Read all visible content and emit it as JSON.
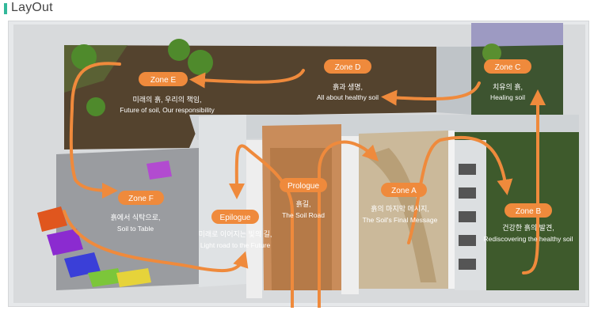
{
  "header": {
    "title": "LayOut",
    "accent_color": "#33b89a"
  },
  "colors": {
    "accent": "#ef8a3c",
    "pill_text": "#ffffff",
    "caption_text": "#ffffff"
  },
  "zones": {
    "zone_e": {
      "label": "Zone E",
      "ko": "미래의 흙, 우리의 책임,",
      "en": "Future of soil, Our responsibility"
    },
    "zone_d": {
      "label": "Zone D",
      "ko": "흙과 생명,",
      "en": "All about healthy soil"
    },
    "zone_c": {
      "label": "Zone C",
      "ko": "치유의 흙,",
      "en": "Healing soil"
    },
    "zone_f": {
      "label": "Zone F",
      "ko": "흙에서 식탁으로,",
      "en": "Soil to Table"
    },
    "epilogue": {
      "label": "Epilogue",
      "ko": "미래로 이어지는 빛의 길,",
      "en": "Light road to the Future"
    },
    "prologue": {
      "label": "Prologue",
      "ko": "흙길,",
      "en": "The Soil Road"
    },
    "zone_a": {
      "label": "Zone A",
      "ko": "흙의 마지막 메시지,",
      "en": "The Soil's Final Message"
    },
    "zone_b": {
      "label": "Zone B",
      "ko": "건강한 흙의 발견,",
      "en": "Rediscovering the healthy soil"
    }
  }
}
